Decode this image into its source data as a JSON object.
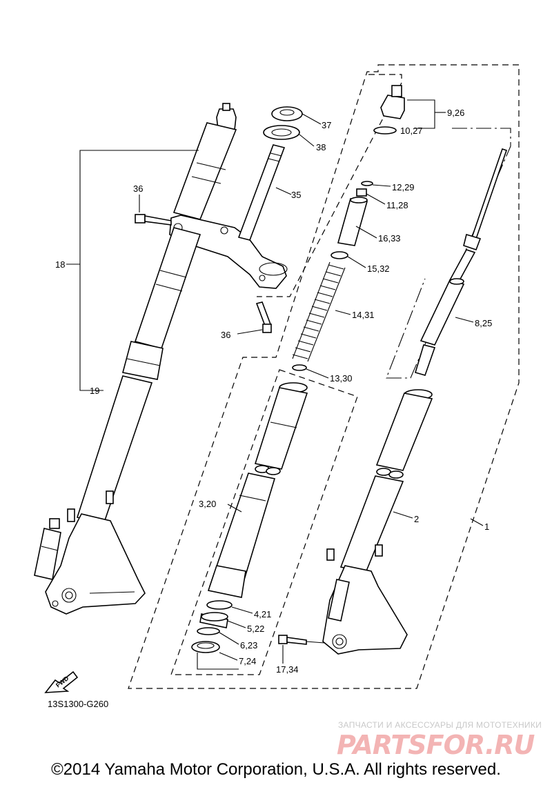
{
  "diagram": {
    "code": "13S1300-G260",
    "fwd_label": "FWD",
    "labels": {
      "p37": "37",
      "p38": "38",
      "p35": "35",
      "p36a": "36",
      "p36b": "36",
      "p18": "18",
      "p19": "19",
      "p9_26": "9,26",
      "p10_27": "10,27",
      "p12_29": "12,29",
      "p11_28": "11,28",
      "p16_33": "16,33",
      "p15_32": "15,32",
      "p14_31": "14,31",
      "p13_30": "13,30",
      "p8_25": "8,25",
      "p3_20": "3,20",
      "p2": "2",
      "p1": "1",
      "p4_21": "4,21",
      "p5_22": "5,22",
      "p6_23": "6,23",
      "p7_24": "7,24",
      "p17_34": "17,34"
    }
  },
  "watermark": {
    "tagline": "ЗАПЧАСТИ И АКСЕССУАРЫ ДЛЯ МОТОТЕХНИКИ",
    "logo": "PARTSFOR.RU"
  },
  "footer": {
    "copyright": "©2014 Yamaha Motor Corporation, U.S.A. All rights reserved."
  }
}
